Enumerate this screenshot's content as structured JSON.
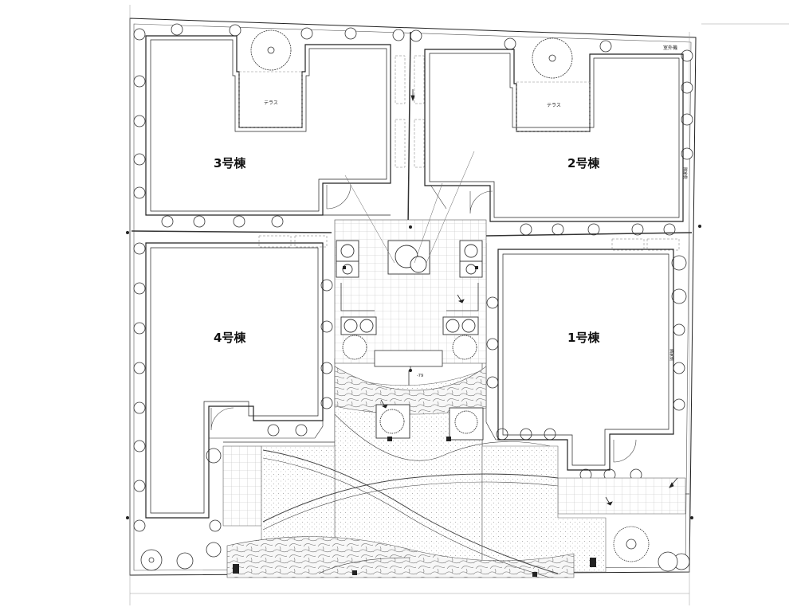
{
  "plan": {
    "buildings": {
      "b1": "1号棟",
      "b2": "2号棟",
      "b3": "3号棟",
      "b4": "4号棟"
    },
    "terrace_label": "テラス",
    "outdoor_unit_label": "室外機",
    "side_label_upper": "隣家側",
    "side_label_lower": "隣家側",
    "marker_label": "-79",
    "colors": {
      "line": "#222222",
      "hatch": "#888888",
      "paving": "#f0f0f0"
    }
  }
}
